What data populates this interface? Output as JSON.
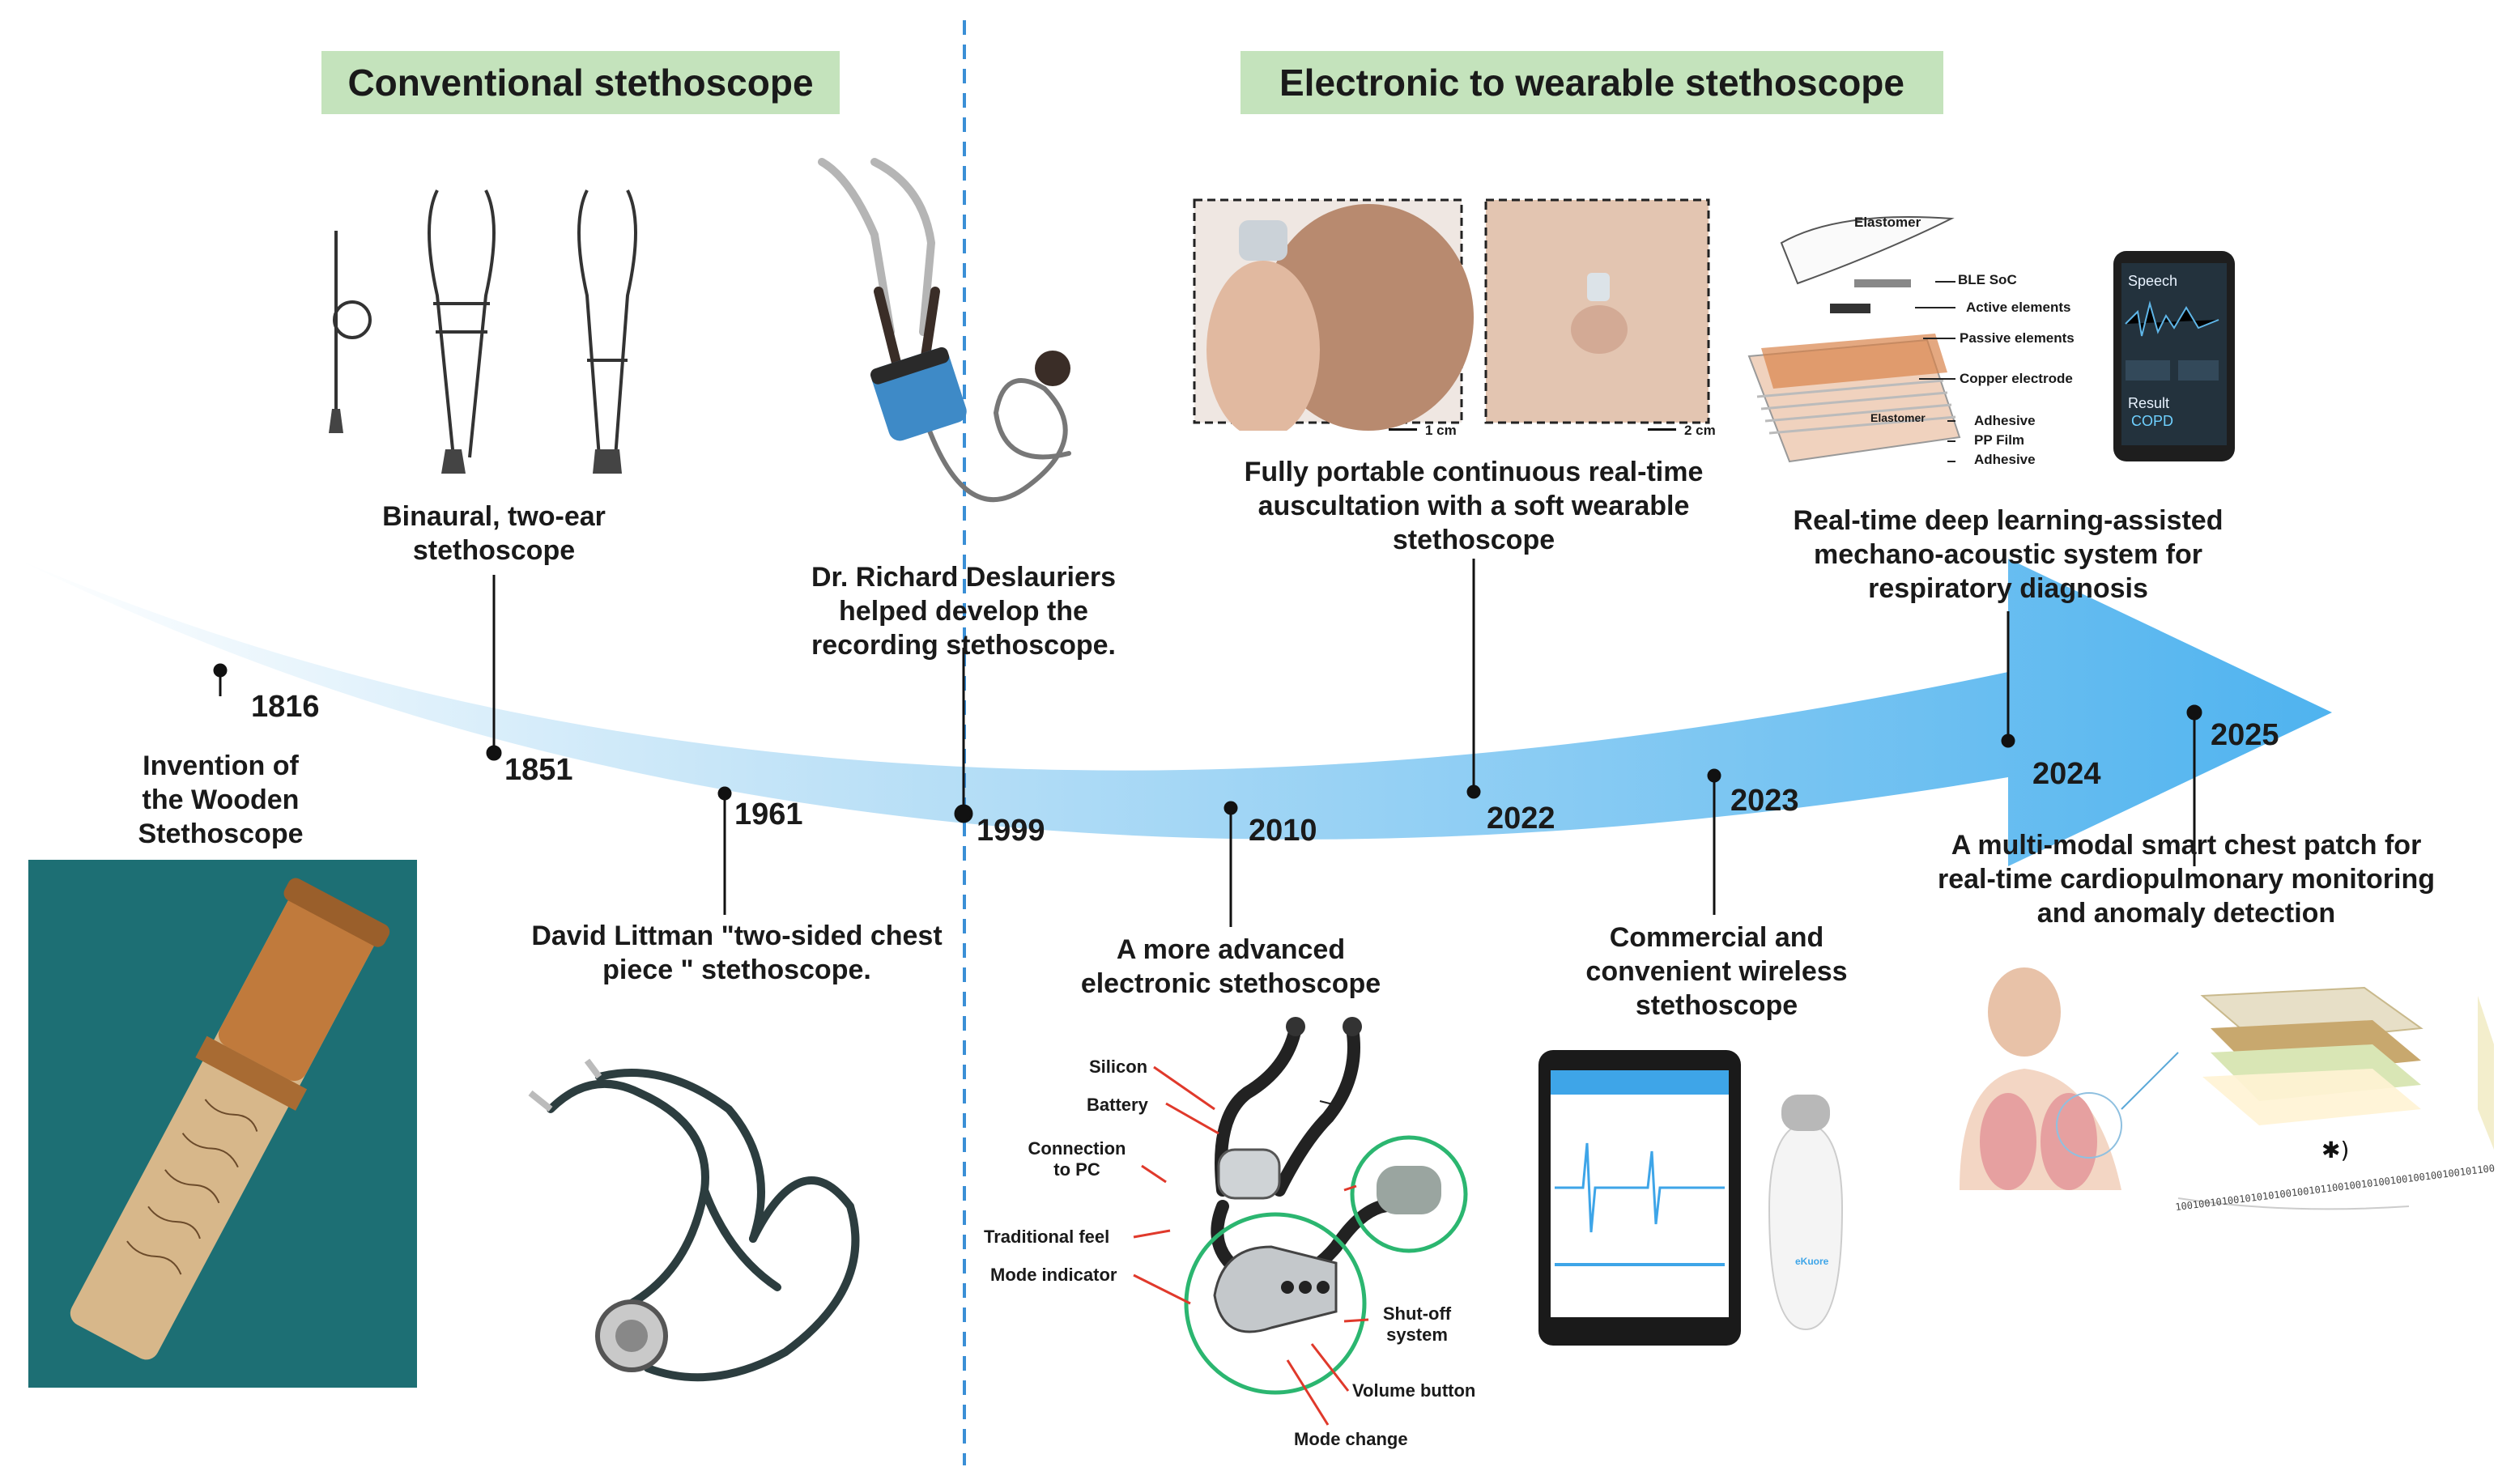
{
  "headers": {
    "conventional": "Conventional stethoscope",
    "electronic": "Electronic to wearable stethoscope"
  },
  "events": [
    {
      "year": "1816",
      "label": "Invention of the Wooden Stethoscope"
    },
    {
      "year": "1851",
      "label": "Binaural, two-ear stethoscope"
    },
    {
      "year": "1961",
      "label": "David Littman \"two-sided chest piece \" stethoscope."
    },
    {
      "year": "1999",
      "label": "Dr. Richard Deslauriers helped develop the recording stethoscope."
    },
    {
      "year": "2010",
      "label": "A more advanced electronic stethoscope"
    },
    {
      "year": "2022",
      "label": "Fully portable continuous real-time auscultation with a soft wearable stethoscope"
    },
    {
      "year": "2023",
      "label": "Commercial and convenient wireless stethoscope"
    },
    {
      "year": "2024",
      "label": "Real-time deep learning-assisted mechano-acoustic system for respiratory diagnosis"
    },
    {
      "year": "2025",
      "label": "A multi-modal smart chest patch for real-time cardiopulmonary monitoring and anomaly detection"
    }
  ],
  "electronic_parts": {
    "silicon": "Silicon",
    "battery": "Battery",
    "connection": "Connection to PC",
    "traditional_feel": "Traditional feel",
    "mode_indicator": "Mode indicator",
    "shutoff": "Shut-off system",
    "volume": "Volume button",
    "mode_change": "Mode change"
  },
  "wearable_scale": {
    "left": "1 cm",
    "right": "2 cm"
  },
  "layers": {
    "elastomer_top": "Elastomer",
    "ble": "BLE SoC",
    "active": "Active elements",
    "passive": "Passive elements",
    "copper": "Copper electrode",
    "elastomer_bottom": "Elastomer",
    "adhesive1": "Adhesive",
    "pp_film": "PP Film",
    "adhesive2": "Adhesive"
  },
  "phone_2024": {
    "speech": "Speech",
    "result": "Result",
    "diagnosis": "COPD"
  },
  "device_2023": {
    "brand": "eKuore"
  },
  "binary_text": "1001001010010101010010010110010010100100100100100101100",
  "colors": {
    "header_bg": "#c4e3bc",
    "arrow": "#5ab8f0",
    "divider": "#3a8fd6"
  }
}
